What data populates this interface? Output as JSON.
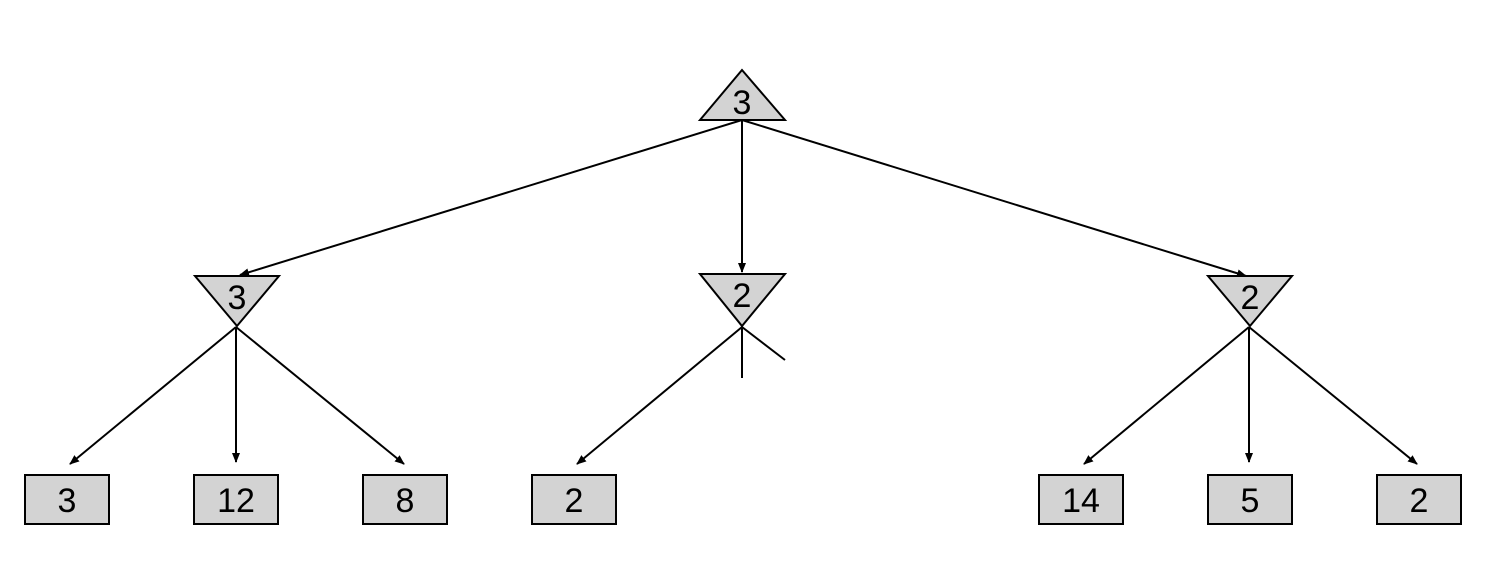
{
  "tree": {
    "root": {
      "value": "3",
      "type": "max"
    },
    "min_nodes": [
      {
        "value": "3",
        "type": "min"
      },
      {
        "value": "2",
        "type": "min"
      },
      {
        "value": "2",
        "type": "min"
      }
    ],
    "leaves": [
      {
        "value": "3",
        "parent": 0
      },
      {
        "value": "12",
        "parent": 0
      },
      {
        "value": "8",
        "parent": 0
      },
      {
        "value": "2",
        "parent": 1
      },
      {
        "value": "14",
        "parent": 2
      },
      {
        "value": "5",
        "parent": 2
      },
      {
        "value": "2",
        "parent": 2
      }
    ],
    "pruned_branches": [
      {
        "parent": 1,
        "count": 2
      }
    ]
  },
  "colors": {
    "node_fill": "#d3d3d3",
    "stroke": "#000000",
    "background": "#ffffff"
  }
}
